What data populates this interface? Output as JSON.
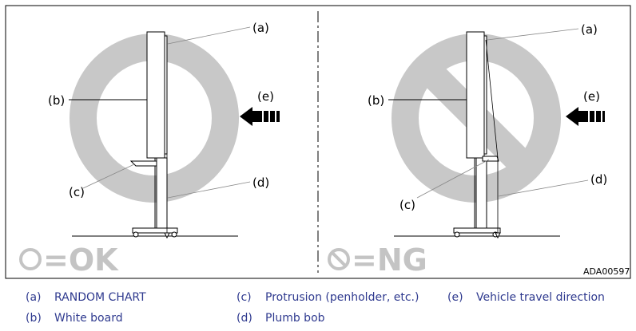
{
  "figure": {
    "code": "ADA00597",
    "left_panel": {
      "verdict": "=OK",
      "callouts": {
        "a": "(a)",
        "b": "(b)",
        "c": "(c)",
        "d": "(d)",
        "e": "(e)"
      }
    },
    "right_panel": {
      "verdict": "=NG",
      "callouts": {
        "a": "(a)",
        "b": "(b)",
        "c": "(c)",
        "d": "(d)",
        "e": "(e)"
      }
    }
  },
  "legend": [
    {
      "key": "(a)",
      "label": "RANDOM CHART"
    },
    {
      "key": "(b)",
      "label": "White board"
    },
    {
      "key": "(c)",
      "label": "Protrusion (penholder, etc.)"
    },
    {
      "key": "(d)",
      "label": "Plumb bob"
    },
    {
      "key": "(e)",
      "label": "Vehicle travel direction"
    }
  ],
  "colors": {
    "symbol_gray": "#c8c8c8",
    "legend_blue": "#2f3a8f",
    "line": "#000000"
  }
}
